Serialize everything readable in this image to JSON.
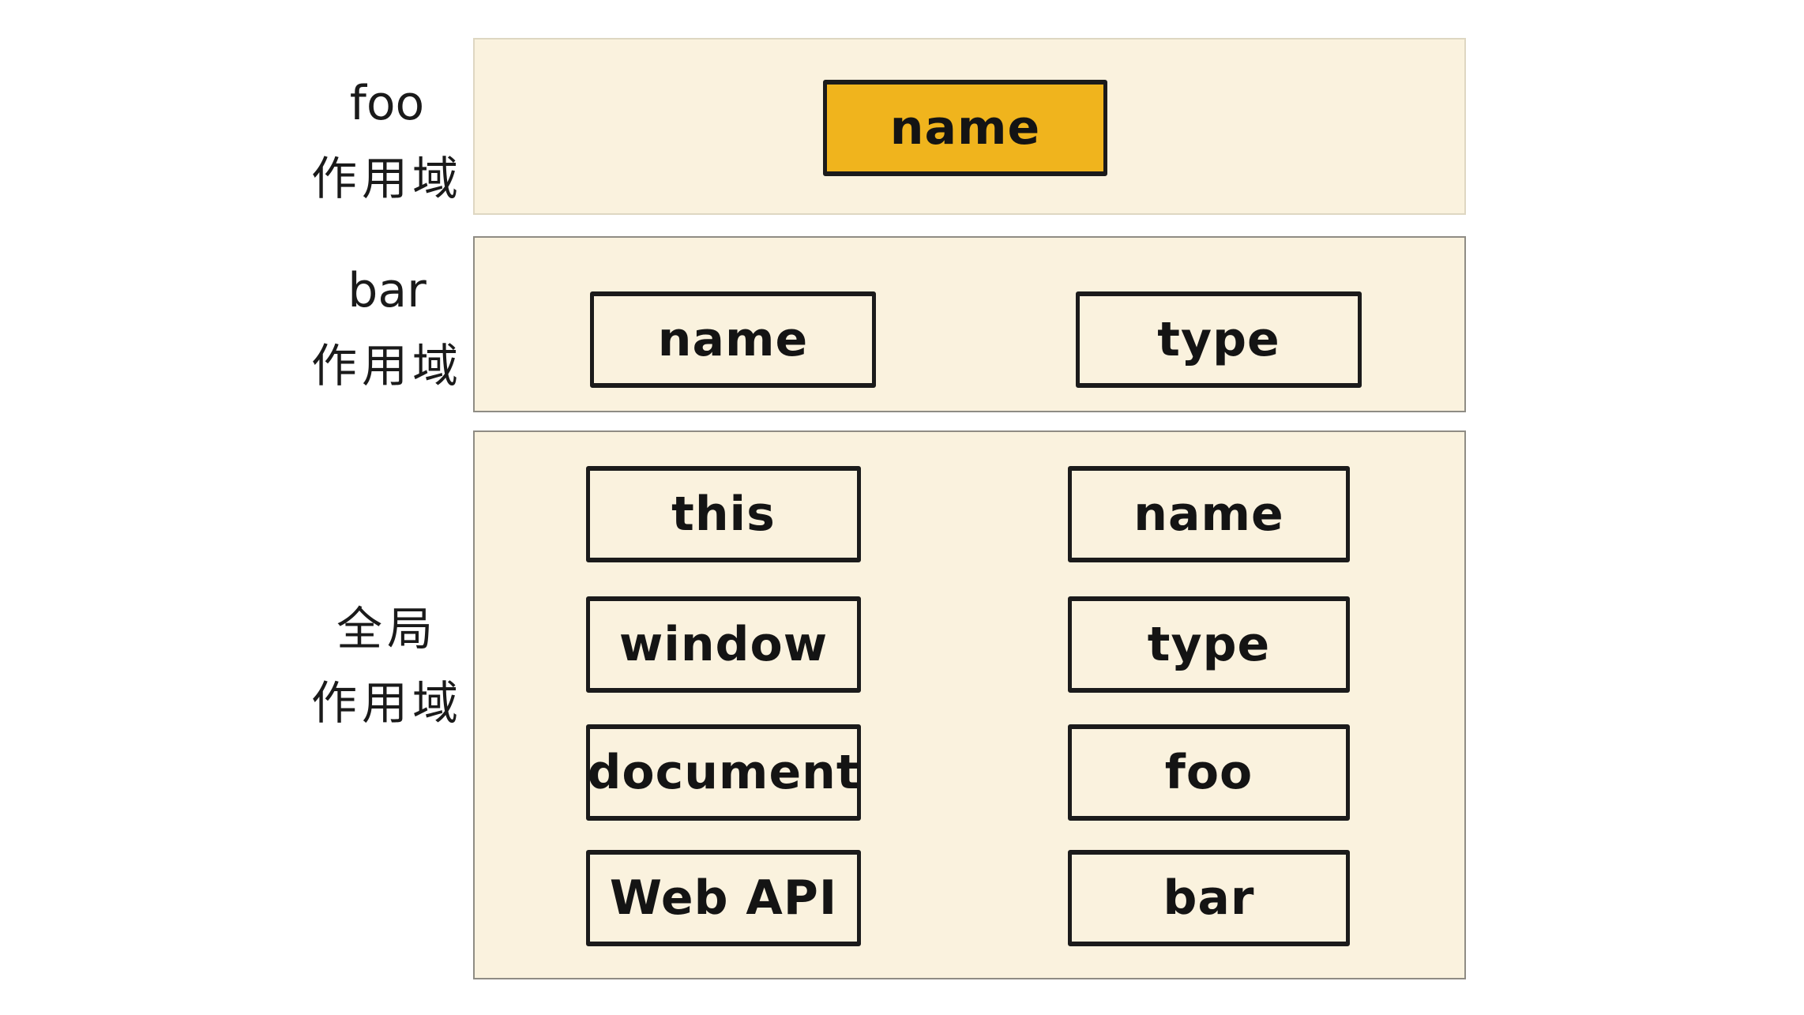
{
  "colors": {
    "background": "#ffffff",
    "scope_fill": "#faf2de",
    "scope_border": "#8f8c84",
    "scope_border_light": "#ded7c2",
    "var_box_border": "#1b1b1b",
    "highlight_fill": "#f0b41d",
    "text": "#1a1a1a"
  },
  "scopes": {
    "foo": {
      "name": "foo",
      "label": "作用域",
      "items": [
        {
          "label": "name",
          "highlighted": true
        }
      ]
    },
    "bar": {
      "name": "bar",
      "label": "作用域",
      "items": [
        {
          "label": "name"
        },
        {
          "label": "type"
        }
      ]
    },
    "global": {
      "name": "全局",
      "label": "作用域",
      "left_items": [
        "this",
        "window",
        "document",
        "Web API"
      ],
      "right_items": [
        "name",
        "type",
        "foo",
        "bar"
      ]
    }
  }
}
